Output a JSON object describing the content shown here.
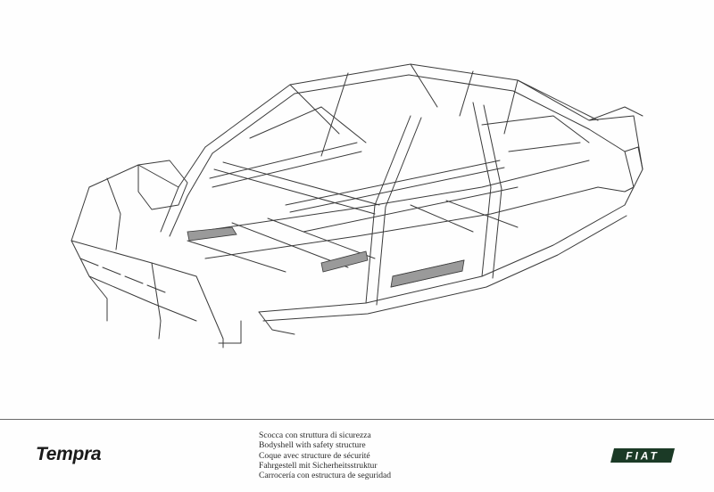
{
  "model": "Tempra",
  "captions": [
    "Scocca con struttura di sicurezza",
    "Bodyshell with safety structure",
    "Coque avec structure de sécurité",
    "Fahrgestell mit Sicherheitsstruktur",
    "Carrocería con estructura de seguridad"
  ],
  "brand": "FIAT",
  "colors": {
    "ink": "#3a3a3a",
    "background": "#fefefe",
    "logo_fill": "#1b3a26"
  }
}
